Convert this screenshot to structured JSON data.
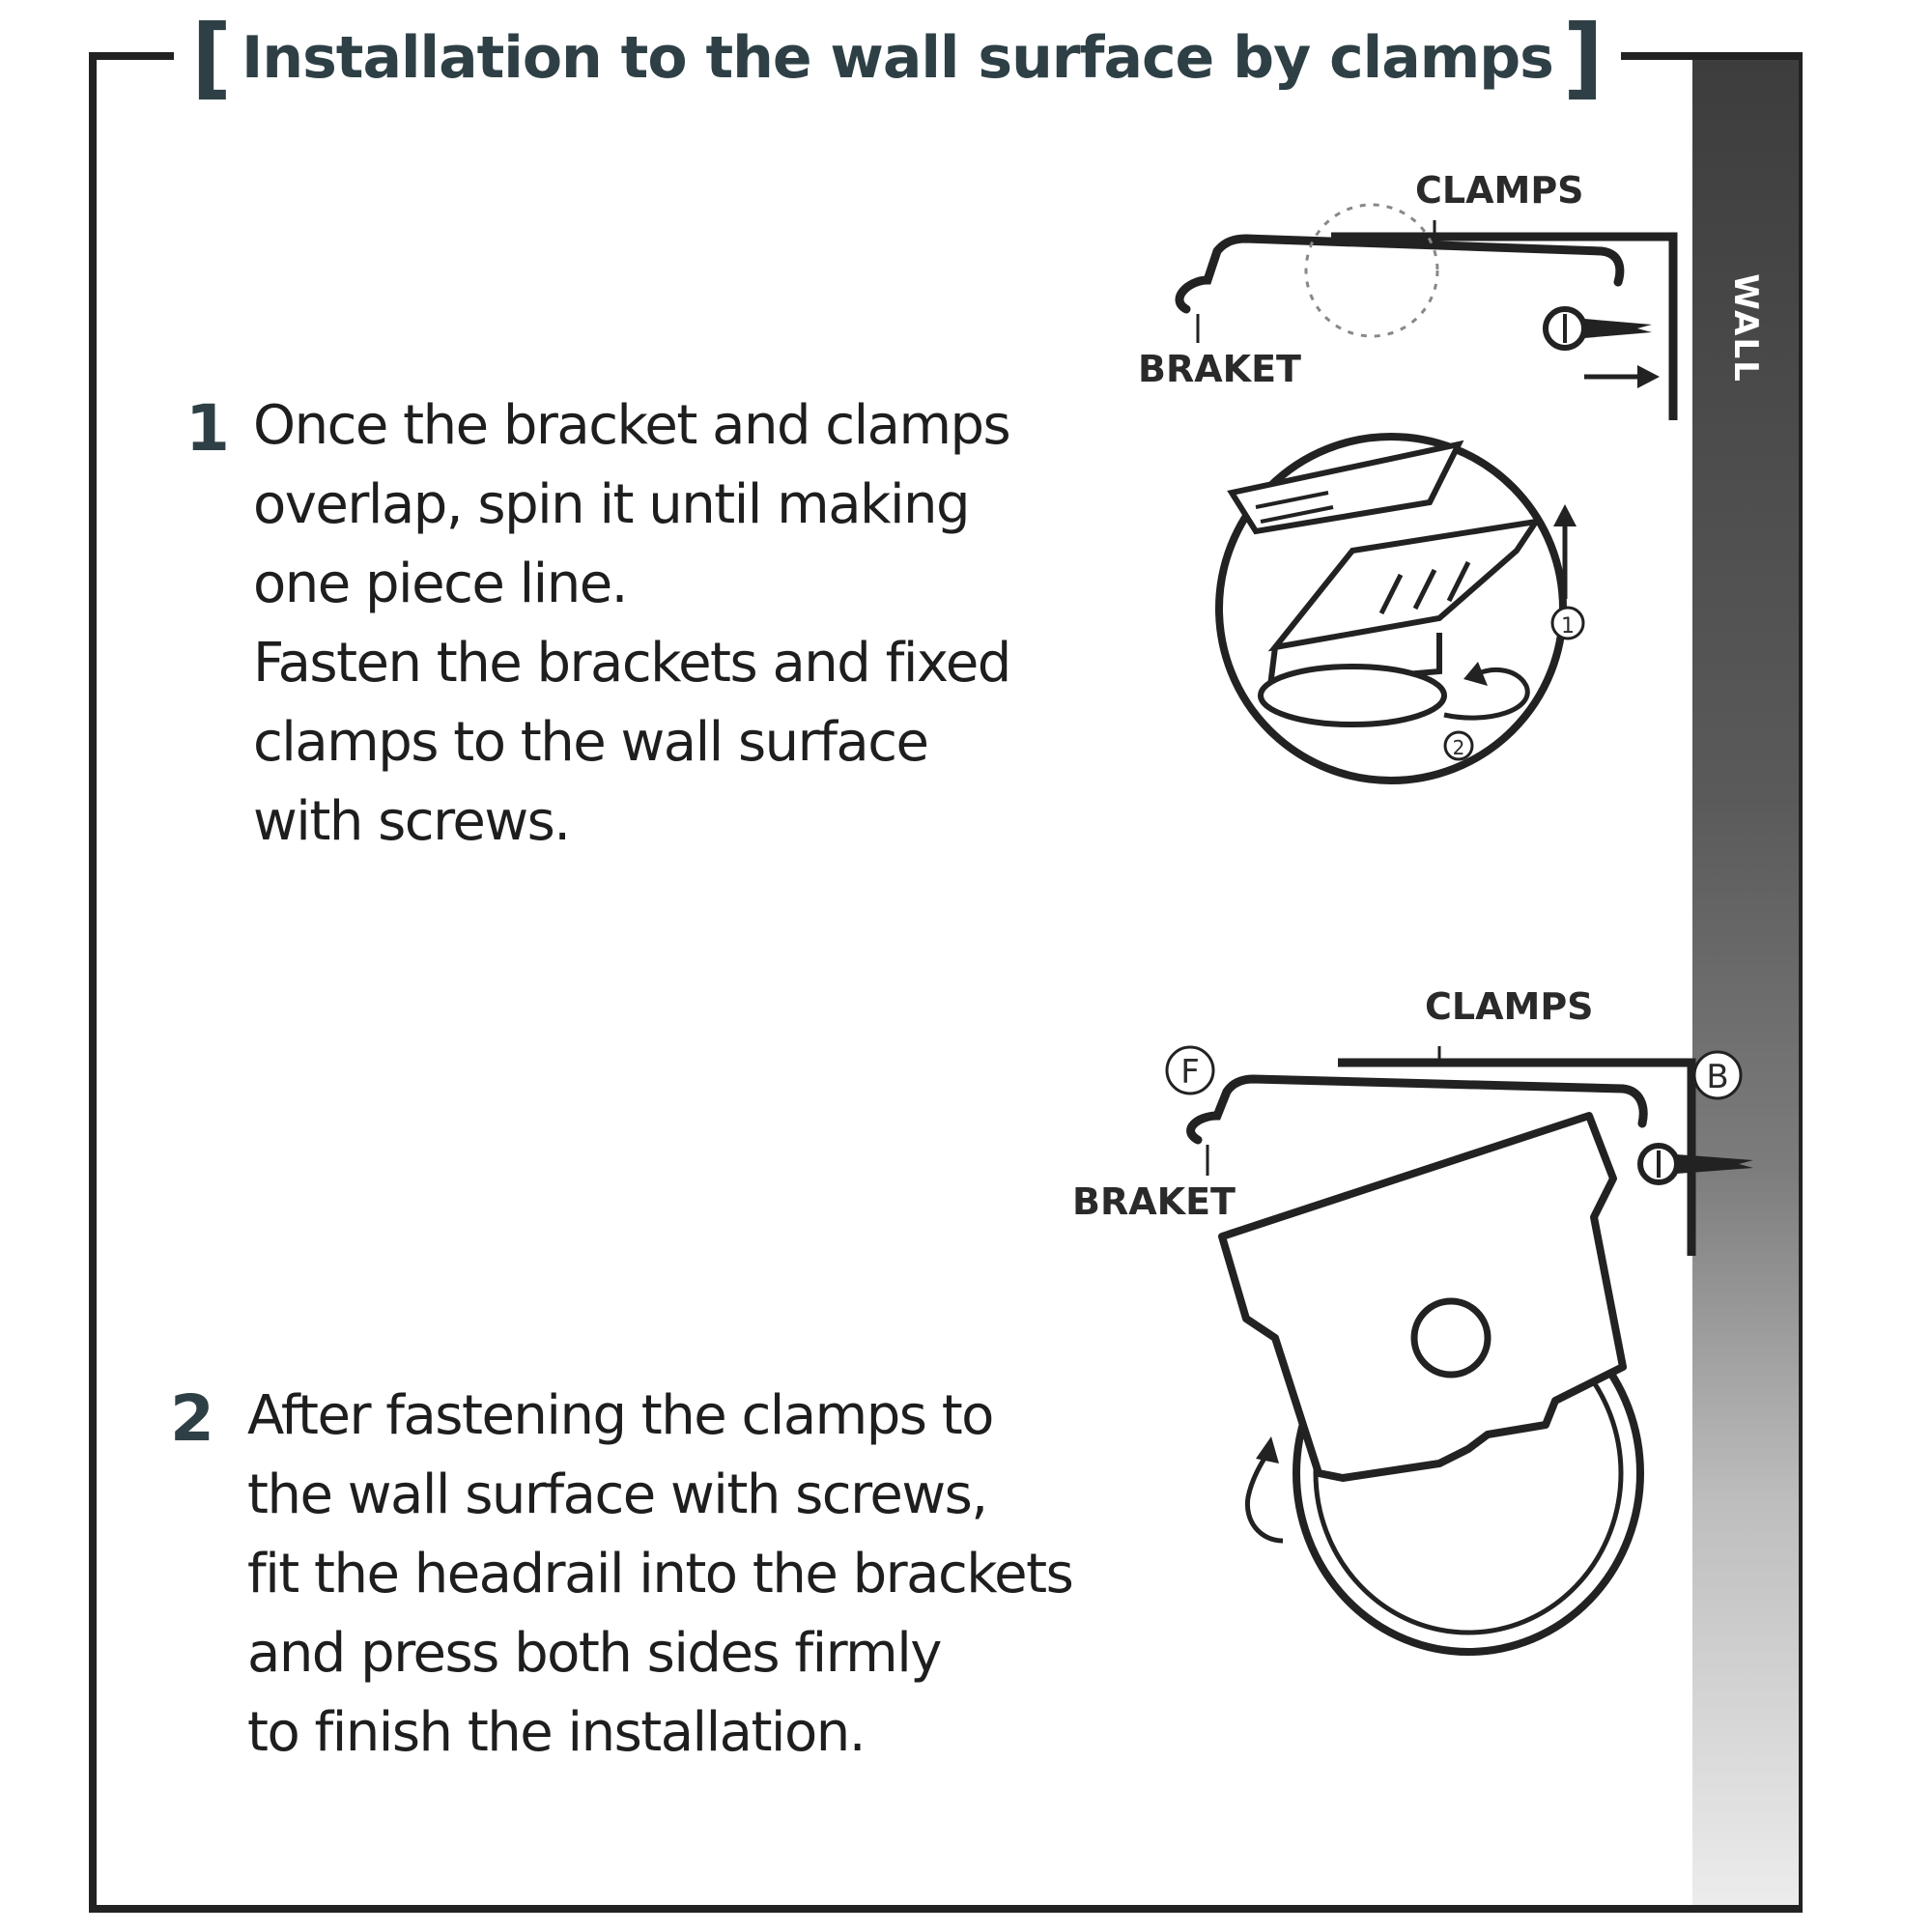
{
  "title": "Installation to the wall surface by clamps",
  "wall_label": "WALL",
  "steps": [
    {
      "number": "1",
      "text": "Once the bracket and clamps\noverlap, spin it until making\none piece line.\nFasten the brackets and fixed\nclamps to the wall surface\nwith screws."
    },
    {
      "number": "2",
      "text": "After fastening the clamps to\nthe wall surface with screws,\nfit the headrail into the brackets\nand press both sides firmly\nto finish the installation."
    }
  ],
  "diagram1": {
    "clamps_label": "CLAMPS",
    "bracket_label": "BRAKET",
    "marker_1": "1",
    "marker_2": "2",
    "icons": [
      "screw-icon",
      "arrow-right-icon",
      "arrow-up-icon",
      "rotate-arrow-icon"
    ]
  },
  "diagram2": {
    "clamps_label": "CLAMPS",
    "bracket_label": "BRAKET",
    "marker_front": "F",
    "marker_back": "B",
    "icons": [
      "screw-icon",
      "rotate-arrow-icon"
    ]
  },
  "colors": {
    "title": "#2e4046",
    "line": "#222222",
    "wall_dark": "#3d3d3d",
    "wall_light": "#ececec"
  }
}
